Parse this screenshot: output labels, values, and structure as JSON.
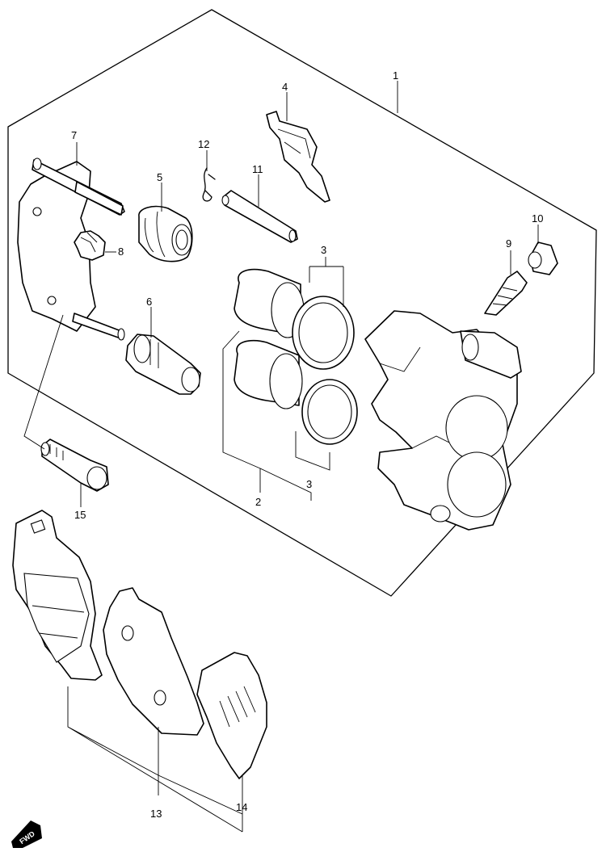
{
  "diagram": {
    "callouts": {
      "c1": "1",
      "c2": "2",
      "c3a": "3",
      "c3b": "3",
      "c4": "4",
      "c5": "5",
      "c6": "6",
      "c7": "7",
      "c8": "8",
      "c9": "9",
      "c10": "10",
      "c11": "11",
      "c12": "12",
      "c13": "13",
      "c14": "14",
      "c15": "15"
    },
    "fwd_badge": "FWD"
  }
}
